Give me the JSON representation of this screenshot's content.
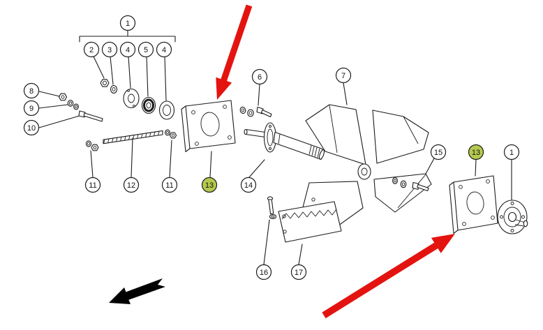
{
  "diagram": {
    "type": "exploded-parts-diagram",
    "colors": {
      "background": "#ffffff",
      "line": "#1b1b1b",
      "highlight": "#b5c94e",
      "arrow_red": "#e31410",
      "arrow_black": "#000000",
      "callout_fill": "#ffffff"
    },
    "callouts": [
      {
        "label": "1",
        "highlight": false
      },
      {
        "label": "2",
        "highlight": false
      },
      {
        "label": "3",
        "highlight": false
      },
      {
        "label": "4",
        "highlight": false
      },
      {
        "label": "5",
        "highlight": false
      },
      {
        "label": "4",
        "highlight": false
      },
      {
        "label": "8",
        "highlight": false
      },
      {
        "label": "9",
        "highlight": false
      },
      {
        "label": "10",
        "highlight": false
      },
      {
        "label": "6",
        "highlight": false
      },
      {
        "label": "7",
        "highlight": false
      },
      {
        "label": "11",
        "highlight": false
      },
      {
        "label": "12",
        "highlight": false
      },
      {
        "label": "11",
        "highlight": false
      },
      {
        "label": "13",
        "highlight": true
      },
      {
        "label": "14",
        "highlight": false
      },
      {
        "label": "15",
        "highlight": false
      },
      {
        "label": "13",
        "highlight": true
      },
      {
        "label": "1",
        "highlight": false
      },
      {
        "label": "16",
        "highlight": false
      },
      {
        "label": "17",
        "highlight": false
      }
    ]
  }
}
